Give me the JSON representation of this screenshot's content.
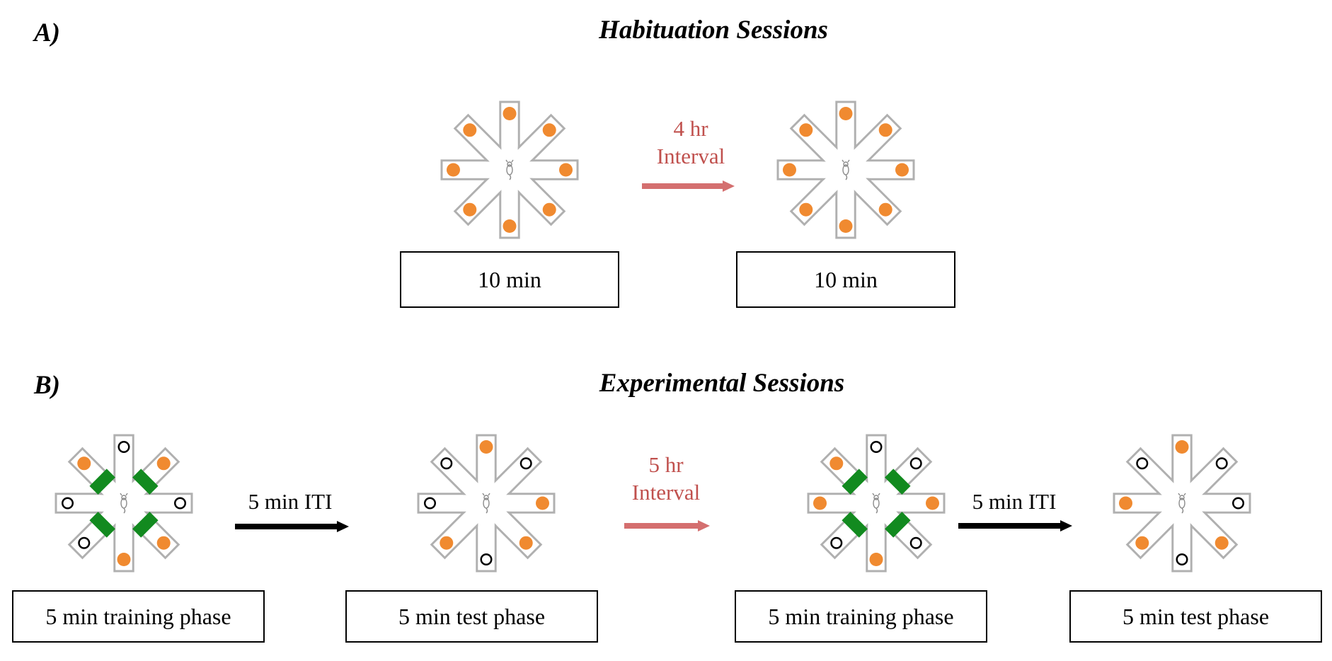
{
  "panel_a": {
    "letter": "A)",
    "title": "Habituation Sessions",
    "interval_label_line1": "4 hr",
    "interval_label_line2": "Interval",
    "box_left": "10 min",
    "box_right": "10 min",
    "mazes": [
      {
        "arms": [
          "orange",
          "orange",
          "orange",
          "orange",
          "orange",
          "orange",
          "orange",
          "orange"
        ],
        "blocked": []
      },
      {
        "arms": [
          "orange",
          "orange",
          "orange",
          "orange",
          "orange",
          "orange",
          "orange",
          "orange"
        ],
        "blocked": []
      }
    ]
  },
  "panel_b": {
    "letter": "B)",
    "title": "Experimental Sessions",
    "iti_label_1": "5 min ITI",
    "interval_label_line1": "5 hr",
    "interval_label_line2": "Interval",
    "iti_label_2": "5 min ITI",
    "boxes": [
      "5 min training phase",
      "5 min test phase",
      "5 min training phase",
      "5 min test phase"
    ],
    "mazes": [
      {
        "arms": [
          "empty",
          "orange",
          "empty",
          "orange",
          "orange",
          "empty",
          "empty",
          "orange"
        ],
        "blocked": [
          1,
          3,
          5,
          7
        ]
      },
      {
        "arms": [
          "orange",
          "empty",
          "orange",
          "orange",
          "empty",
          "orange",
          "empty",
          "empty"
        ],
        "blocked": []
      },
      {
        "arms": [
          "empty",
          "empty",
          "orange",
          "empty",
          "orange",
          "empty",
          "orange",
          "orange"
        ],
        "blocked": [
          1,
          3,
          5,
          7
        ]
      },
      {
        "arms": [
          "orange",
          "empty",
          "empty",
          "orange",
          "empty",
          "orange",
          "orange",
          "empty"
        ],
        "blocked": []
      }
    ]
  },
  "colors": {
    "food_pellet": "#f08a30",
    "arm_block": "#128a1f",
    "maze_outline": "#b0b0b0",
    "interval_arrow": "#d46f6f",
    "iti_arrow": "#000000"
  },
  "icons": {
    "maze_center": "rat-icon"
  }
}
